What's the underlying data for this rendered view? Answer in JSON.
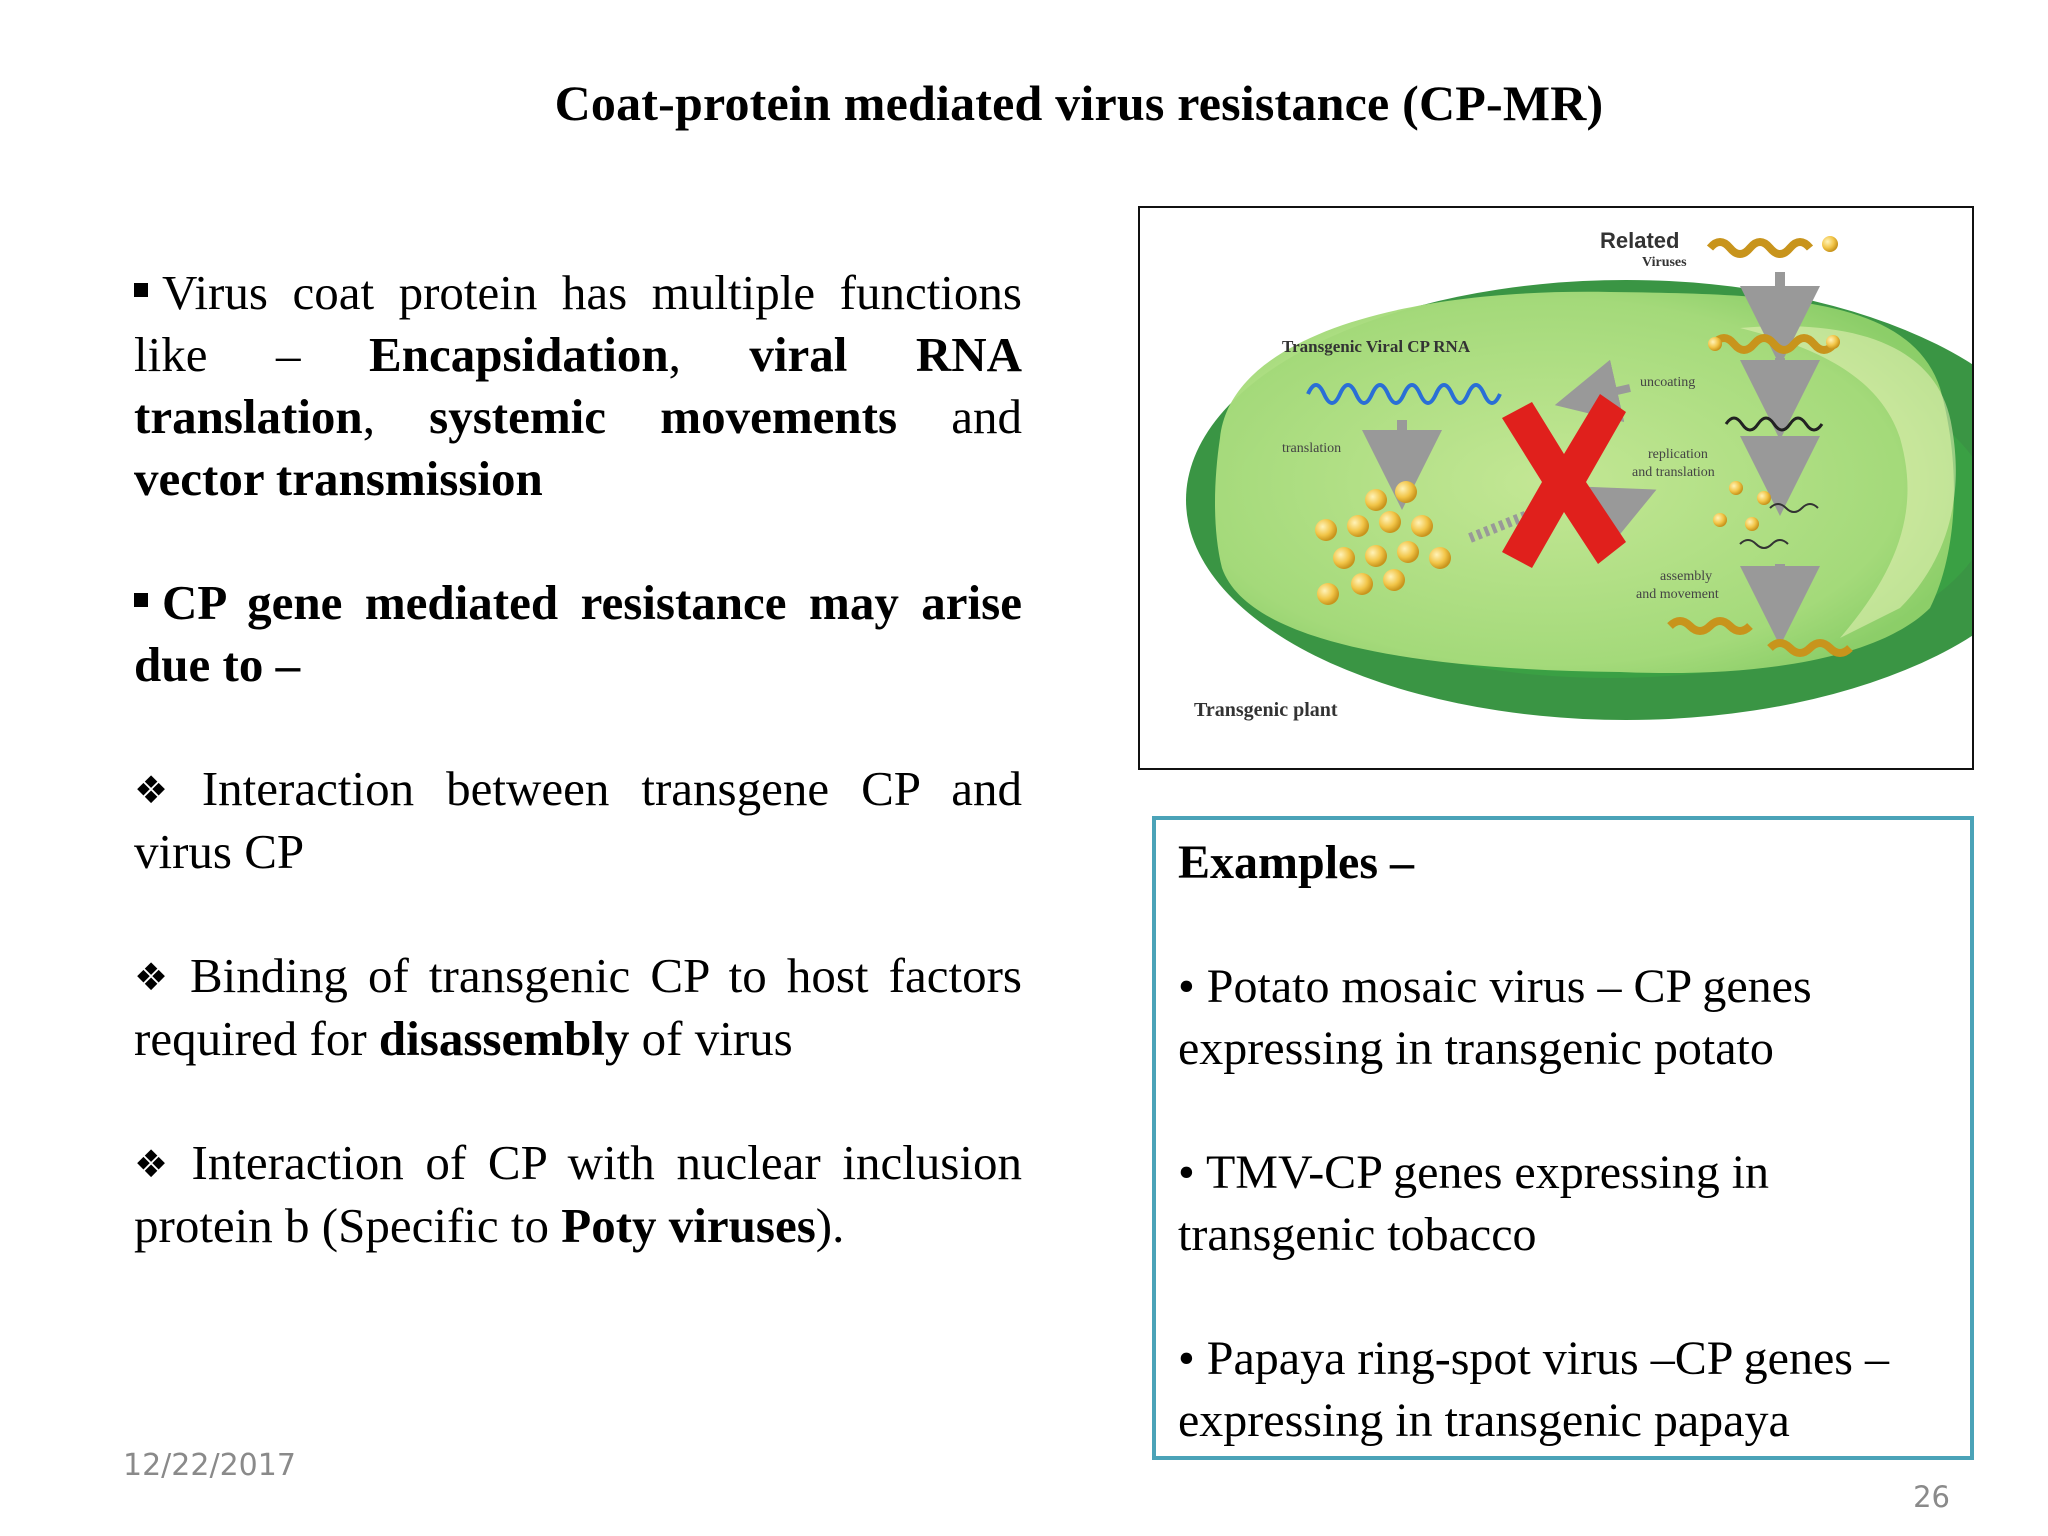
{
  "slide": {
    "title": "Coat-protein mediated virus resistance (CP-MR)",
    "date": "12/22/2017",
    "page_number": "26"
  },
  "left": {
    "p1": {
      "t1": "Virus coat protein has multiple functions like – ",
      "b1": "Encapsidation",
      "t2": ", ",
      "b2": "viral RNA translation",
      "t3": ", ",
      "b3": "systemic movements",
      "t4": " and ",
      "b4": "vector transmission"
    },
    "p2": "CP gene mediated resistance may arise due to –",
    "p3": "Interaction between transgene CP and virus CP",
    "p4": {
      "t1": "Binding of transgenic CP to host factors required for ",
      "b1": "disassembly",
      "t2": " of virus"
    },
    "p5": {
      "t1": "Interaction of CP with nuclear inclusion protein b (Specific to ",
      "b1": "Poty viruses",
      "t2": ")."
    }
  },
  "figure": {
    "label_related": "Related",
    "label_viruses": "Viruses",
    "label_cp_rna": "Transgenic Viral CP RNA",
    "label_translation": "translation",
    "label_uncoating": "uncoating",
    "label_replication1": "replication",
    "label_replication2": "and translation",
    "label_assembly1": "assembly",
    "label_assembly2": "and movement",
    "label_plant": "Transgenic plant",
    "colors": {
      "leaf_dark": "#2f8f3a",
      "cell_fill": "#b9e48a",
      "particle": "#f0c24a",
      "cross": "#e0201c"
    }
  },
  "examples": {
    "heading": "Examples –",
    "items": [
      "• Potato mosaic virus – CP genes expressing in transgenic potato",
      "• TMV-CP genes expressing in transgenic tobacco",
      "• Papaya ring-spot virus –CP genes – expressing in transgenic papaya"
    ]
  }
}
